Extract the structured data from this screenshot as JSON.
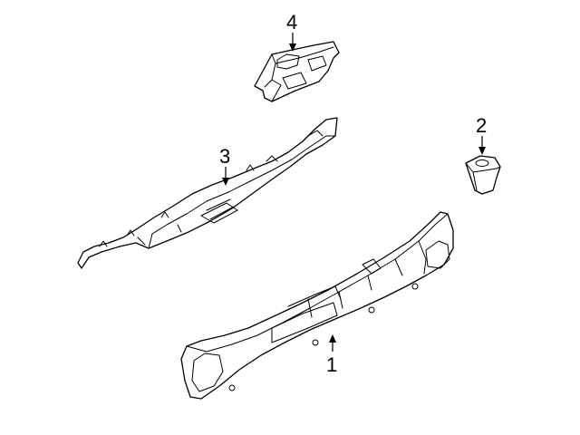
{
  "diagram": {
    "callouts": [
      {
        "number": "1"
      },
      {
        "number": "2"
      },
      {
        "number": "3"
      },
      {
        "number": "4"
      }
    ]
  }
}
